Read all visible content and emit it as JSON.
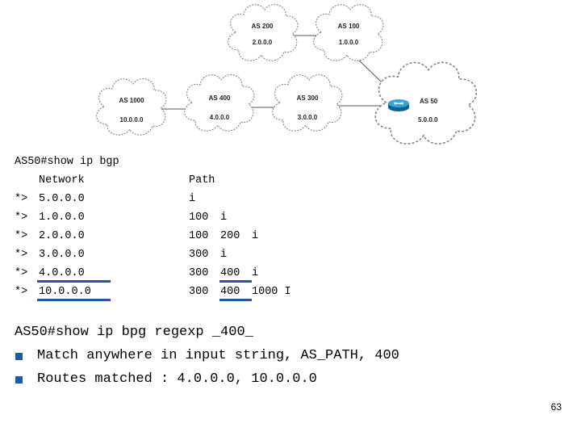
{
  "topology": {
    "clouds": [
      {
        "as": "AS 200",
        "net": "2.0.0.0"
      },
      {
        "as": "AS 100",
        "net": "1.0.0.0"
      },
      {
        "as": "AS 1000",
        "net": "10.0.0.0"
      },
      {
        "as": "AS 400",
        "net": "4.0.0.0"
      },
      {
        "as": "AS 300",
        "net": "3.0.0.0"
      },
      {
        "as": "AS 50",
        "net": "5.0.0.0"
      }
    ]
  },
  "cli": {
    "command": "AS50#show ip bgp",
    "header_network": "Network",
    "header_path": "Path",
    "rows": [
      {
        "flag": "*>",
        "network": "5.0.0.0",
        "p1": "i",
        "p2": "",
        "p3": ""
      },
      {
        "flag": "*>",
        "network": "1.0.0.0",
        "p1": "100",
        "p2": "i",
        "p3": ""
      },
      {
        "flag": "*>",
        "network": "2.0.0.0",
        "p1": "100",
        "p2": "200",
        "p3": "i"
      },
      {
        "flag": "*>",
        "network": "3.0.0.0",
        "p1": "300",
        "p2": "i",
        "p3": ""
      },
      {
        "flag": "*>",
        "network": "4.0.0.0",
        "p1": "300",
        "p2": "400",
        "p3": "i"
      },
      {
        "flag": "*>",
        "network": "10.0.0.0",
        "p1": "300",
        "p2": "400",
        "p3": "1000 I"
      }
    ]
  },
  "regex_command": "AS50#show ip bpg regexp _400_",
  "bullets": [
    "Match anywhere in input string, AS_PATH, 400",
    "Routes matched : 4.0.0.0, 10.0.0.0"
  ],
  "page_number": "63",
  "colors": {
    "underline": "#2855a8",
    "bullet": "#1b5aa8",
    "router": "#1e86c8"
  }
}
